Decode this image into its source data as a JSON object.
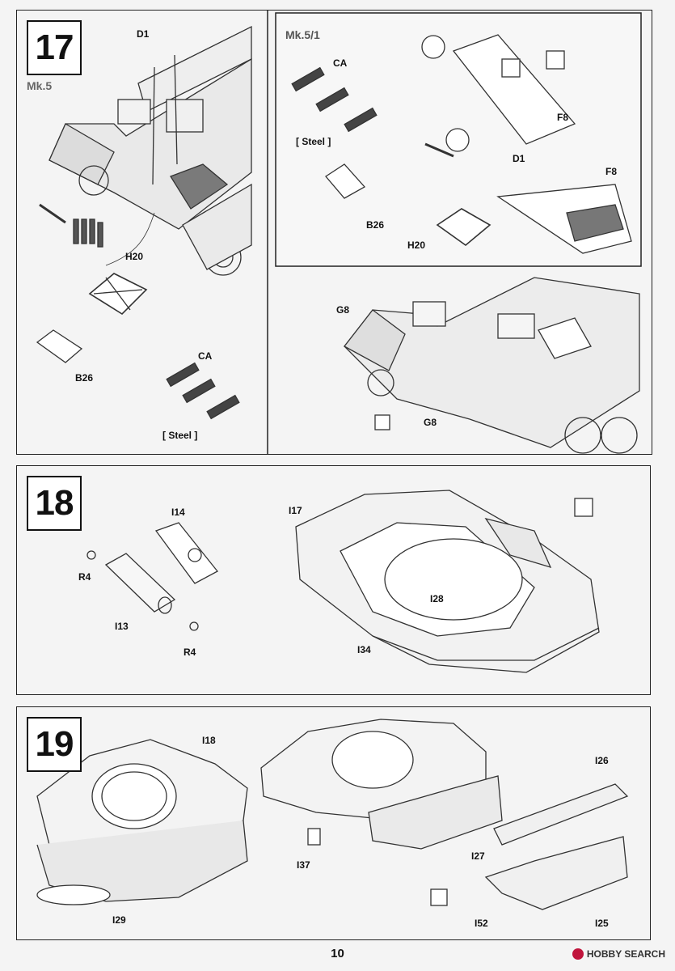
{
  "page_number": "10",
  "watermark": "HOBBY SEARCH",
  "step17": {
    "number": "17",
    "variant_a": "Mk.5",
    "variant_b": "Mk.5/1",
    "labels_a": {
      "d1": "D1",
      "h20": "H20",
      "b26": "B26",
      "ca": "CA",
      "steel": "[ Steel ]"
    },
    "labels_b": {
      "ca": "CA",
      "steel": "[ Steel ]",
      "f8_top": "F8",
      "d1": "D1",
      "f8": "F8",
      "b26": "B26",
      "h20": "H20"
    },
    "labels_c": {
      "g8_top": "G8",
      "g8_bottom": "G8"
    }
  },
  "step18": {
    "number": "18",
    "labels": {
      "i14": "I14",
      "r4_top": "R4",
      "i13": "I13",
      "r4_bottom": "R4",
      "i17": "I17",
      "i28": "I28",
      "i34": "I34"
    }
  },
  "step19": {
    "number": "19",
    "labels": {
      "i18": "I18",
      "i29": "I29",
      "i37": "I37",
      "i26": "I26",
      "i27": "I27",
      "i52": "I52",
      "i25": "I25"
    }
  }
}
